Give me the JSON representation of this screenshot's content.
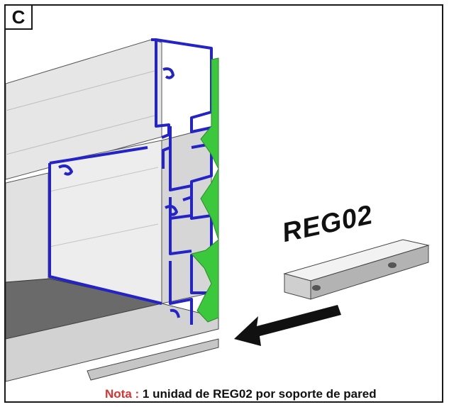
{
  "panel": {
    "tag": "C"
  },
  "part": {
    "code": "REG02"
  },
  "note": {
    "label": "Nota :",
    "text": "1 unidad de REG02 por soporte de pared"
  },
  "colors": {
    "profile_outline": "#2323c8",
    "wall_support": "#3cc83c",
    "note_label": "#e03030",
    "arrow": "#111111",
    "panel_fill": "#e4e4e4",
    "shadow_fill": "#6a6a6a"
  },
  "icons": {
    "arrow": "arrow-left-icon"
  }
}
